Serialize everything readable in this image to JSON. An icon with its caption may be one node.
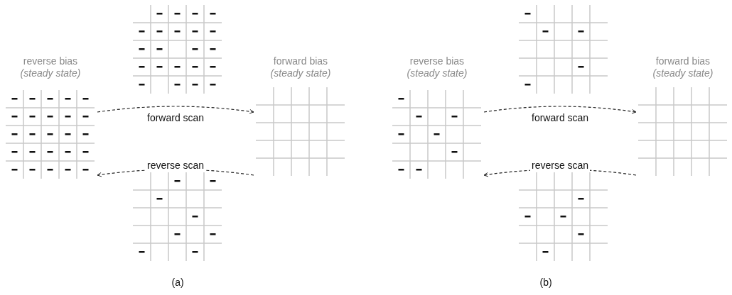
{
  "diagram": {
    "nodes": [
      {
        "text": [
          "reverse bias",
          "(steady state)"
        ]
      },
      {
        "text": [],
        "shape": "grid"
      },
      {
        "text": [],
        "shape": "grid"
      },
      {
        "text": [
          "forward bias",
          "(steady state)"
        ]
      },
      {
        "text": [
          "reverse bias",
          "(steady state)"
        ]
      },
      {
        "text": [],
        "shape": "grid"
      },
      {
        "text": [],
        "shape": "grid"
      },
      {
        "text": [
          "forward bias",
          "(steady state)"
        ]
      }
    ],
    "edges": [
      {
        "from": 0,
        "to": 3,
        "label": "forward scan",
        "arrow": "to",
        "style": "dashed"
      },
      {
        "from": 3,
        "to": 0,
        "label": "reverse scan",
        "arrow": "to",
        "style": "dashed"
      },
      {
        "from": 4,
        "to": 7,
        "label": "forward scan",
        "arrow": "to",
        "style": "dashed"
      },
      {
        "from": 7,
        "to": 4,
        "label": "reverse scan",
        "arrow": "to",
        "style": "dashed"
      }
    ],
    "labels": [
      "(a)",
      "(b)"
    ]
  }
}
